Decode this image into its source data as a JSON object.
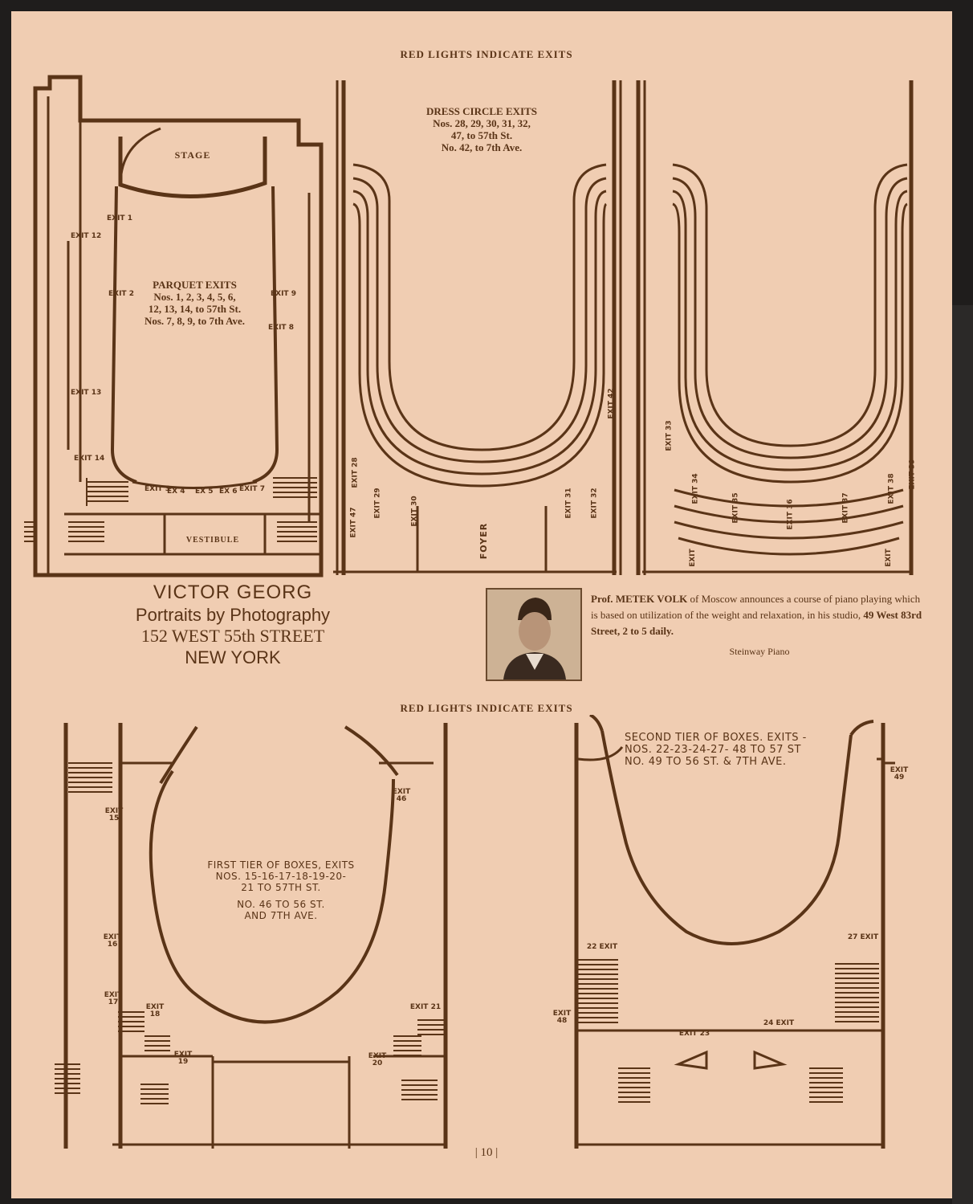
{
  "headers": {
    "top": "RED LIGHTS INDICATE EXITS",
    "middle": "RED LIGHTS INDICATE EXITS"
  },
  "parquet_plan": {
    "stage": "STAGE",
    "vestibule": "VESTIBULE",
    "title": "PARQUET EXITS",
    "line1": "Nos. 1, 2, 3, 4, 5, 6,",
    "line2": "12, 13, 14, to 57th St.",
    "line3": "Nos. 7, 8, 9, to 7th Ave.",
    "exits": [
      "EXIT 1",
      "EXIT 2",
      "EXIT 3",
      "EX 4",
      "EX 5",
      "EX 6",
      "EXIT 7",
      "EXIT 8",
      "EXIT 9",
      "EXIT 12",
      "EXIT 13",
      "EXIT 14"
    ]
  },
  "dress_circle_plan": {
    "title": "DRESS CIRCLE EXITS",
    "line1": "Nos. 28, 29, 30, 31, 32,",
    "line2": "47, to 57th St.",
    "line3": "No. 42, to 7th Ave.",
    "foyer": "FOYER",
    "exits": [
      "EXIT 28",
      "EXIT 29",
      "EXIT 30",
      "EXIT 31",
      "EXIT 32",
      "EXIT 42",
      "EXIT 47"
    ]
  },
  "balcony_plan": {
    "exits": [
      "EXIT 33",
      "EXIT 34",
      "EXIT 35",
      "EXIT 36",
      "EXIT 37",
      "EXIT 38",
      "EXIT 39",
      "EXIT",
      "EXIT"
    ]
  },
  "ad_georg": {
    "name": "VICTOR GEORG",
    "line1": "Portraits by Photography",
    "line2": "152 WEST 55th STREET",
    "line3": "NEW YORK"
  },
  "ad_volk": {
    "prefix": "Prof. ",
    "name": "METEK VOLK",
    "text": " of Moscow announces a course of piano playing which is based on utilization of the weight and relaxation, in his studio, ",
    "address": "49 West 83rd Street, 2 to 5 daily.",
    "piano": "Steinway Piano"
  },
  "first_tier_plan": {
    "title": "FIRST TIER OF BOXES, EXITS",
    "line1": "NOS. 15-16-17-18-19-20-",
    "line2": "21 TO 57TH ST.",
    "line3": "NO. 46 TO 56 ST.",
    "line4": "AND 7TH AVE.",
    "exits": [
      "EXIT 15",
      "EXIT 16",
      "EXIT 17",
      "EXIT 18",
      "EXIT 19",
      "EXIT 20",
      "EXIT 21",
      "EXIT 46"
    ]
  },
  "second_tier_plan": {
    "title": "SECOND TIER OF BOXES. EXITS -",
    "line1": "NOS. 22-23-24-27- 48 TO 57 ST",
    "line2": "NO. 49 TO 56 ST. & 7TH AVE.",
    "exits": [
      "22 EXIT",
      "27 EXIT",
      "EXIT 48",
      "EXIT 23",
      "24 EXIT",
      "EXIT 49"
    ]
  },
  "footer": {
    "page_number": "| 10 |"
  },
  "colors": {
    "paper": "#f0cdb2",
    "ink": "#5a3417",
    "background": "#1f1d1c"
  }
}
